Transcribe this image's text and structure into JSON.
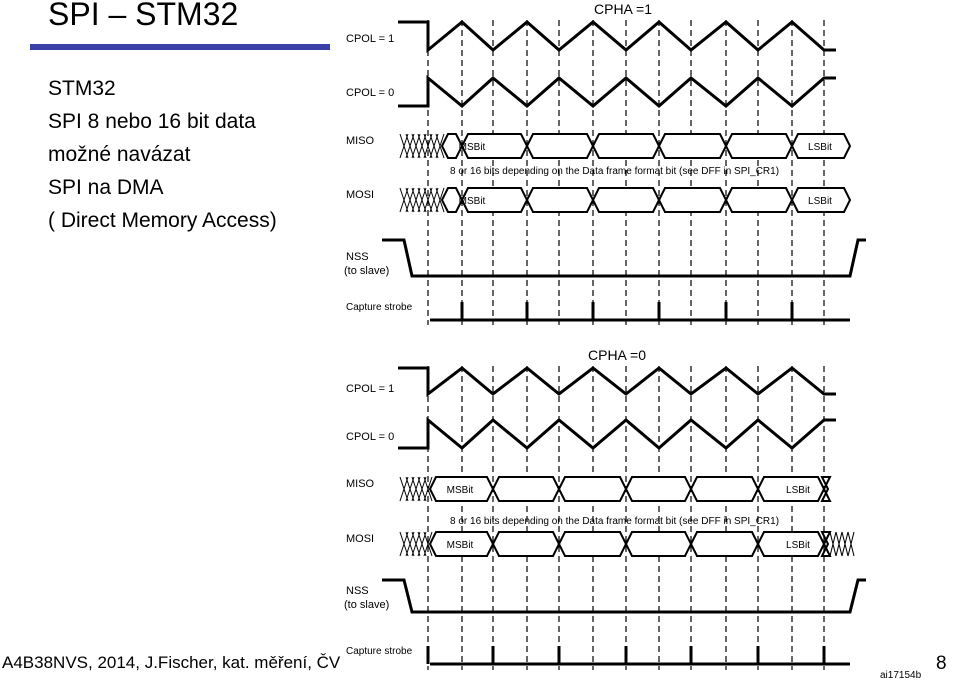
{
  "slide": {
    "title": "SPI – STM32",
    "bullets": [
      "STM32",
      "SPI 8 nebo 16 bit data",
      "možné navázat",
      "SPI na DMA",
      "( Direct Memory Access)"
    ],
    "footer": "A4B38NVS, 2014, J.Fischer, kat. měření, ČV",
    "page_number": "8"
  },
  "diagram": {
    "ref_label": "ai17154b",
    "top": {
      "title": "CPHA =1",
      "labels": {
        "cpol1": "CPOL = 1",
        "cpol0": "CPOL = 0",
        "miso": "MISO",
        "mosi": "MOSI",
        "nss": "NSS",
        "nss_sub": "(to slave)",
        "capture": "Capture strobe"
      },
      "msbit": "MSBit",
      "lsbit": "LSBit",
      "note": "8 or 16 bits depending on the Data frame format bit (see DFF in SPI_CR1)"
    },
    "bottom": {
      "title": "CPHA =0",
      "labels": {
        "cpol1": "CPOL = 1",
        "cpol0": "CPOL = 0",
        "miso": "MISO",
        "mosi": "MOSI",
        "nss": "NSS",
        "nss_sub": "(to slave)",
        "capture": "Capture strobe"
      },
      "msbit": "MSBit",
      "lsbit": "LSBit",
      "note": "8 or 16 bits depending on the Data frame format bit (see DFF in SPI_CR1)"
    }
  }
}
